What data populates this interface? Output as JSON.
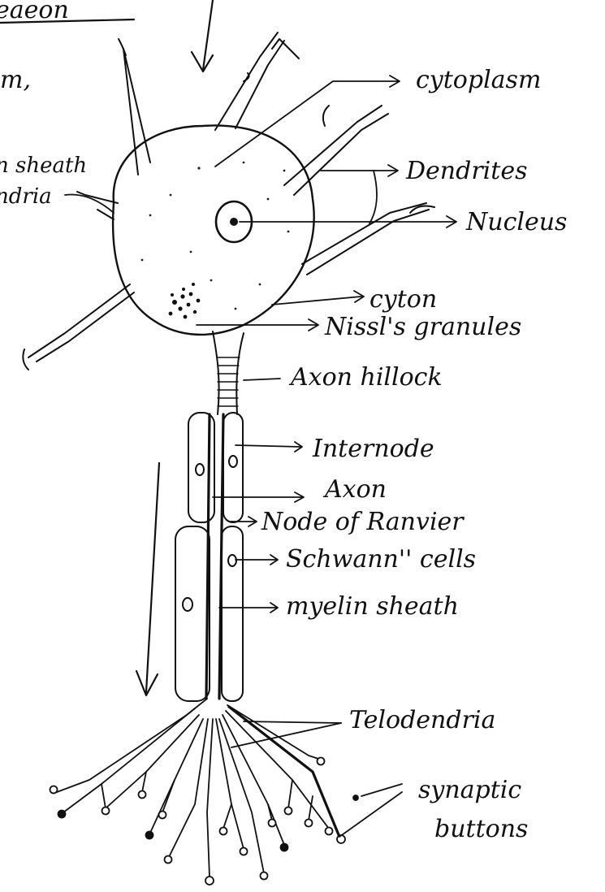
{
  "heading_fragment": "eaeon",
  "left_fragments": {
    "top": "m,",
    "middle": "n sheath",
    "lower": "ndria"
  },
  "labels": {
    "cytoplasm": "cytoplasm",
    "dendrites": "Dendrites",
    "nucleus": "Nucleus",
    "cyton": "cyton",
    "nissls_granules": "Nissl's granules",
    "axon_hillock": "Axon hillock",
    "internode": "Internode",
    "axon": "Axon",
    "node_of_ranvier": "Node of Ranvier",
    "schwann_cells": "Schwann'' cells",
    "myelin_sheath": "myelin sheath",
    "telodendria": "Telodendria",
    "synaptic_buttons_line1": "synaptic",
    "synaptic_buttons_line2": "buttons"
  }
}
